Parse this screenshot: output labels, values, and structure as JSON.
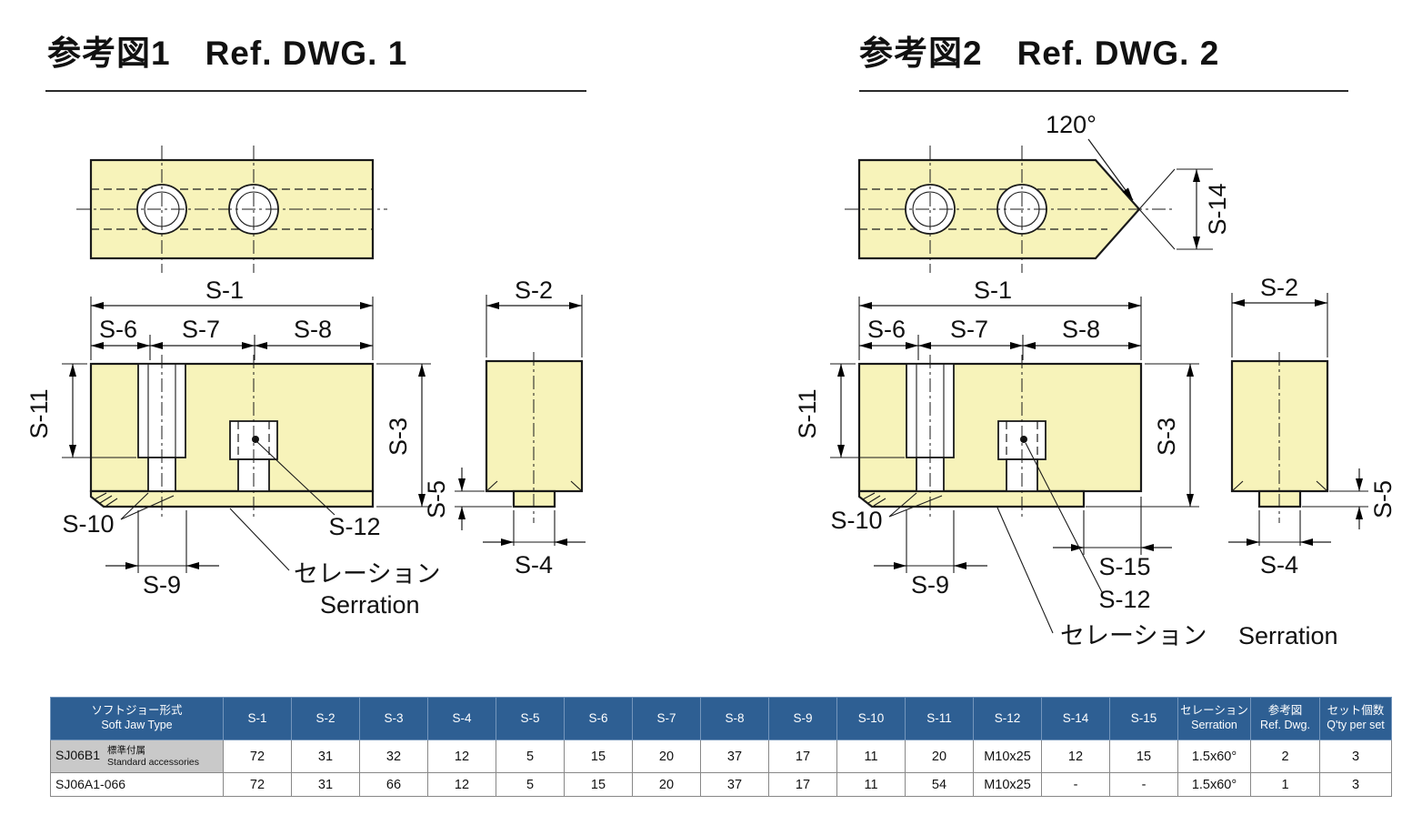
{
  "colors": {
    "part_fill": "#f7f3ba",
    "table_header_bg": "#2e5f93",
    "table_header_text": "#ffffff",
    "row1_label_bg": "#c9c9c9",
    "line": "#1a1a1a"
  },
  "dwg1": {
    "title": "参考図1　Ref. DWG. 1"
  },
  "dwg2": {
    "title": "参考図2　Ref. DWG. 2"
  },
  "labels": {
    "s1": "S-1",
    "s2": "S-2",
    "s3": "S-3",
    "s4": "S-4",
    "s5": "S-5",
    "s6": "S-6",
    "s7": "S-7",
    "s8": "S-8",
    "s9": "S-9",
    "s10": "S-10",
    "s11": "S-11",
    "s12": "S-12",
    "s14": "S-14",
    "s15": "S-15",
    "angle": "120°"
  },
  "callouts": {
    "serration_jp": "セレーション",
    "serration_en": "Serration"
  },
  "table": {
    "jaw_type_header": {
      "jp": "ソフトジョー形式",
      "en": "Soft Jaw Type"
    },
    "dim_headers": [
      "S-1",
      "S-2",
      "S-3",
      "S-4",
      "S-5",
      "S-6",
      "S-7",
      "S-8",
      "S-9",
      "S-10",
      "S-11",
      "S-12",
      "S-14",
      "S-15"
    ],
    "serration_header": {
      "jp": "セレーション",
      "en": "Serration"
    },
    "ref_header": {
      "jp": "参考図",
      "en": "Ref. Dwg."
    },
    "qty_header": {
      "jp": "セット個数",
      "en": "Q'ty per set"
    },
    "rows": [
      {
        "name": "SJ06B1",
        "note_jp": "標準付属",
        "note_en": "Standard accessories",
        "values": [
          "72",
          "31",
          "32",
          "12",
          "5",
          "15",
          "20",
          "37",
          "17",
          "11",
          "20",
          "M10x25",
          "12",
          "15",
          "1.5x60°",
          "2",
          "3"
        ]
      },
      {
        "name": "SJ06A1-066",
        "note_jp": "",
        "note_en": "",
        "values": [
          "72",
          "31",
          "66",
          "12",
          "5",
          "15",
          "20",
          "37",
          "17",
          "11",
          "54",
          "M10x25",
          "-",
          "-",
          "1.5x60°",
          "1",
          "3"
        ]
      }
    ]
  }
}
